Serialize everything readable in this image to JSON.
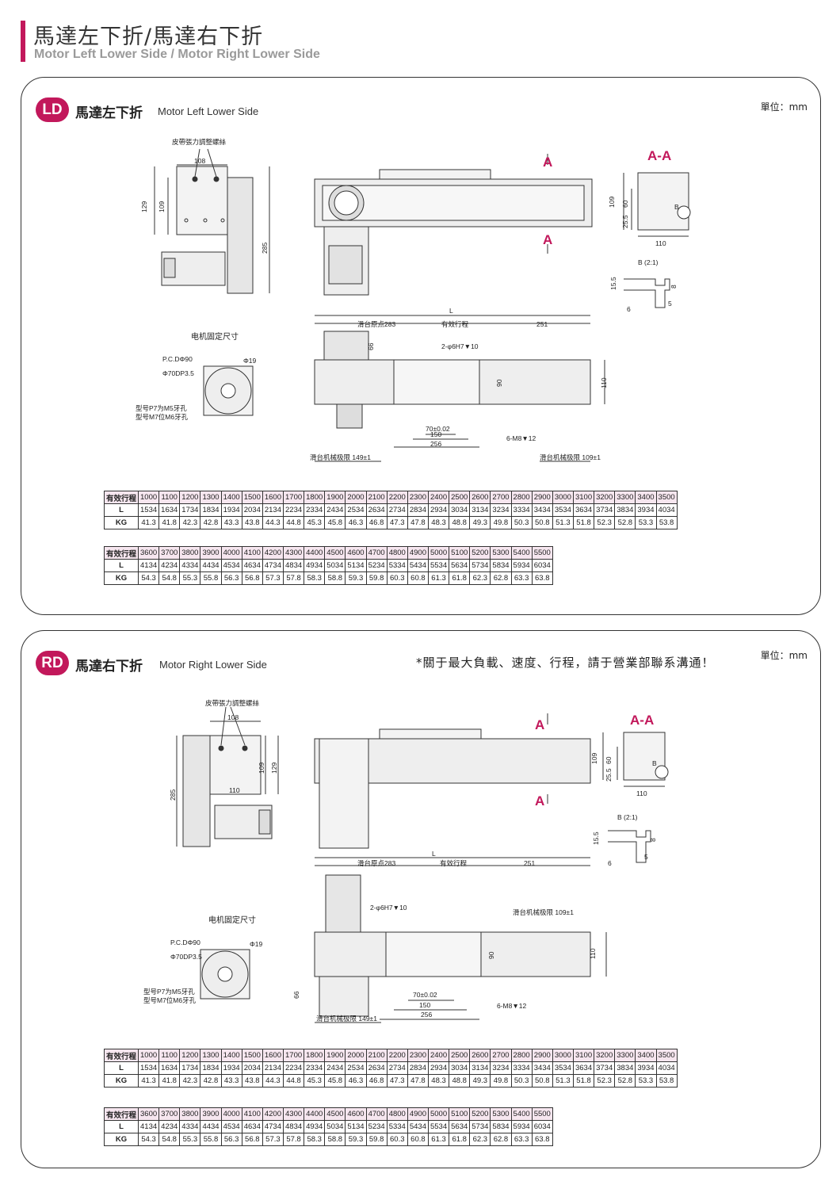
{
  "header": {
    "title_zh": "馬達左下折/馬達右下折",
    "title_en": "Motor Left Lower Side / Motor Right Lower Side"
  },
  "colors": {
    "accent": "#c2185b",
    "table_header_bg": "#f6e6ef"
  },
  "sections": [
    {
      "badge": "LD",
      "title_zh": "馬達左下折",
      "title_en": "Motor Left Lower Side",
      "unit": "單位：mm",
      "note": "",
      "labels": {
        "belt": "皮帶張力調整螺絲",
        "d108": "108",
        "d129": "129",
        "d109": "109",
        "d285": "285",
        "sectionA": "A",
        "sectionAA": "A-A",
        "aa109": "109",
        "aa60": "60",
        "aa255": "25.5",
        "aa110": "110",
        "aaB": "B",
        "b21": "B (2:1)",
        "b155": "15.5",
        "b8": "8",
        "b5": "5",
        "b6": "6",
        "L": "L",
        "slideOrigin": "滑台原点283",
        "effStroke": "有效行程",
        "d251": "251",
        "motorFix": "电机固定尺寸",
        "pcd": "P.C.DΦ90",
        "phi19": "Φ19",
        "phi70": "Φ70DP3.5",
        "p7": "型号P7为M5牙孔",
        "m7": "型号M7位M6牙孔",
        "d66": "66",
        "hole2": "2-φ6H7▼10",
        "d90": "90",
        "d110": "110",
        "d70": "70±0.02",
        "d150": "150",
        "d256": "256",
        "m8": "6-M8▼12",
        "limL": "滑台机械极限 149±1",
        "limR": "滑台机械极限 109±1"
      }
    },
    {
      "badge": "RD",
      "title_zh": "馬達右下折",
      "title_en": "Motor Right Lower Side",
      "unit": "單位：mm",
      "note": "*關于最大負載、速度、行程，請于營業部聯系溝通！",
      "labels": {
        "belt": "皮帶張力調整螺絲",
        "d108": "108",
        "d129": "129",
        "d109": "109",
        "d285": "285",
        "d110t": "110",
        "sectionA": "A",
        "sectionAA": "A-A",
        "aa109": "109",
        "aa60": "60",
        "aa255": "25.5",
        "aa110": "110",
        "aaB": "B",
        "b21": "B (2:1)",
        "b155": "15.5",
        "b8": "8",
        "b5": "5",
        "b6": "6",
        "L": "L",
        "slideOrigin": "滑台原点283",
        "effStroke": "有效行程",
        "d251": "251",
        "motorFix": "电机固定尺寸",
        "pcd": "P.C.DΦ90",
        "phi19": "Φ19",
        "phi70": "Φ70DP3.5",
        "p7": "型号P7为M5牙孔",
        "m7": "型号M7位M6牙孔",
        "d66": "66",
        "hole2": "2-φ6H7▼10",
        "d90": "90",
        "d110": "110",
        "d70": "70±0.02",
        "d150": "150",
        "d256": "256",
        "m8": "6-M8▼12",
        "limL": "滑台机械极限 149±1",
        "limR": "滑台机械极限 109±1"
      }
    }
  ],
  "spec_tables": {
    "row_labels": [
      "有效行程",
      "L",
      "KG"
    ],
    "t1": {
      "stroke": [
        "1000",
        "1100",
        "1200",
        "1300",
        "1400",
        "1500",
        "1600",
        "1700",
        "1800",
        "1900",
        "2000",
        "2100",
        "2200",
        "2300",
        "2400",
        "2500",
        "2600",
        "2700",
        "2800",
        "2900",
        "3000",
        "3100",
        "3200",
        "3300",
        "3400",
        "3500"
      ],
      "L": [
        "1534",
        "1634",
        "1734",
        "1834",
        "1934",
        "2034",
        "2134",
        "2234",
        "2334",
        "2434",
        "2534",
        "2634",
        "2734",
        "2834",
        "2934",
        "3034",
        "3134",
        "3234",
        "3334",
        "3434",
        "3534",
        "3634",
        "3734",
        "3834",
        "3934",
        "4034"
      ],
      "KG": [
        "41.3",
        "41.8",
        "42.3",
        "42.8",
        "43.3",
        "43.8",
        "44.3",
        "44.8",
        "45.3",
        "45.8",
        "46.3",
        "46.8",
        "47.3",
        "47.8",
        "48.3",
        "48.8",
        "49.3",
        "49.8",
        "50.3",
        "50.8",
        "51.3",
        "51.8",
        "52.3",
        "52.8",
        "53.3",
        "53.8"
      ]
    },
    "t2": {
      "stroke": [
        "3600",
        "3700",
        "3800",
        "3900",
        "4000",
        "4100",
        "4200",
        "4300",
        "4400",
        "4500",
        "4600",
        "4700",
        "4800",
        "4900",
        "5000",
        "5100",
        "5200",
        "5300",
        "5400",
        "5500"
      ],
      "L": [
        "4134",
        "4234",
        "4334",
        "4434",
        "4534",
        "4634",
        "4734",
        "4834",
        "4934",
        "5034",
        "5134",
        "5234",
        "5334",
        "5434",
        "5534",
        "5634",
        "5734",
        "5834",
        "5934",
        "6034"
      ],
      "KG": [
        "54.3",
        "54.8",
        "55.3",
        "55.8",
        "56.3",
        "56.8",
        "57.3",
        "57.8",
        "58.3",
        "58.8",
        "59.3",
        "59.8",
        "60.3",
        "60.8",
        "61.3",
        "61.8",
        "62.3",
        "62.8",
        "63.3",
        "63.8"
      ]
    }
  }
}
